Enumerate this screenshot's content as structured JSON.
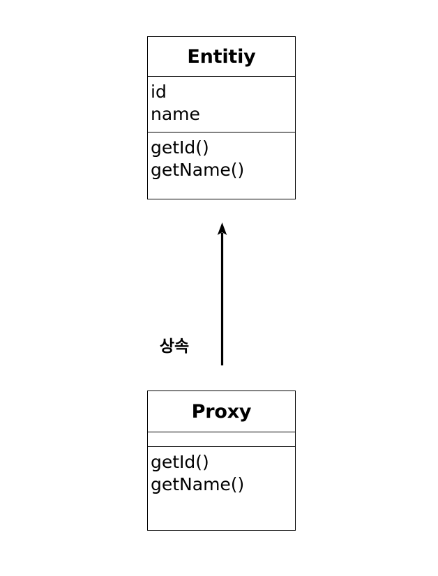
{
  "diagram": {
    "type": "uml-class-diagram",
    "background_color": "#ffffff",
    "stroke_color": "#000000",
    "classes": [
      {
        "id": "entity",
        "name": "Entitiy",
        "attributes": [
          "id",
          "name"
        ],
        "methods": [
          "getId()",
          "getName()"
        ]
      },
      {
        "id": "proxy",
        "name": "Proxy",
        "attributes": [],
        "methods": [
          "getId()",
          "getName()"
        ]
      }
    ],
    "relationship": {
      "kind": "generalization",
      "label": "상속",
      "from": "Proxy",
      "to": "Entitiy",
      "arrow_icon": "up-arrow-icon"
    }
  }
}
